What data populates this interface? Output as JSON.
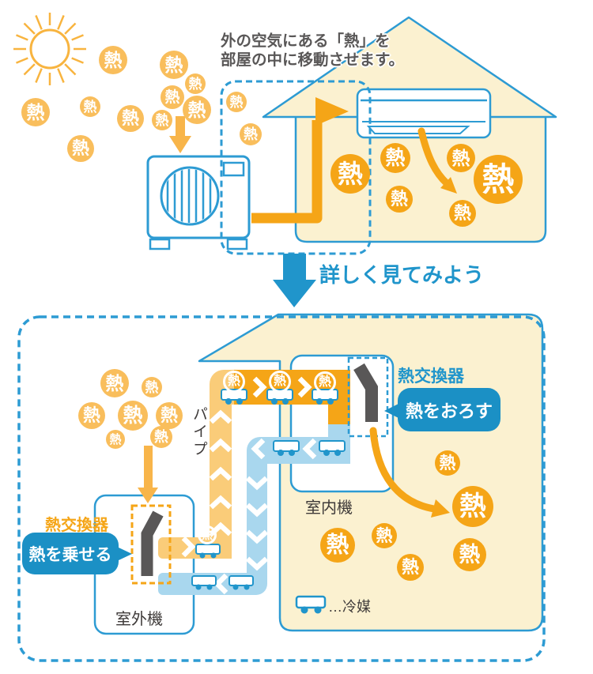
{
  "top_section": {
    "caption_line1": "外の空気にある「熱」を",
    "caption_line2": "部屋の中に移動させます。"
  },
  "transition": {
    "label": "詳しく見てみよう"
  },
  "glyphs": {
    "heat": "熱"
  },
  "bottom_section": {
    "pipe_label": "パイプ",
    "indoor_unit_label": "室内機",
    "outdoor_unit_label": "室外機",
    "heat_exchanger_indoor_label": "熱交換器",
    "heat_exchanger_outdoor_label": "熱交換器",
    "bubble_unload": "熱をおろす",
    "bubble_load": "熱を乗せる",
    "legend_refrigerant": "…冷媒"
  },
  "colors": {
    "accent_blue": "#2D9BD3",
    "arrow_blue": "#2095CB",
    "bubble_blue": "#1B90C5",
    "pipe_blue_light": "#A9D7EE",
    "orange_saturated": "#F5A517",
    "orange_light": "#F9BE5C",
    "pipe_orange_light": "#FACC79",
    "sun_orange": "#F8B43F",
    "house_cream": "#FBF1D0",
    "exchanger_gray": "#595757",
    "caption_gray": "#595757",
    "label_black": "#3E3A39"
  }
}
